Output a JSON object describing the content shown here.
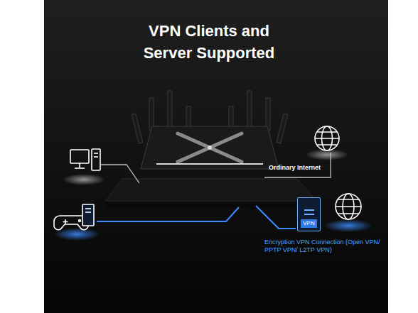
{
  "diagram": {
    "title": "VPN Clients and Server Supported",
    "nodes": [
      {
        "text": [
          "VPN"
        ]
      }
    ],
    "labels": [
      "Ordinary Internet",
      "Encryption VPN Connection (Open VPN/ PPTP VPN/ L2TP VPN)"
    ]
  }
}
